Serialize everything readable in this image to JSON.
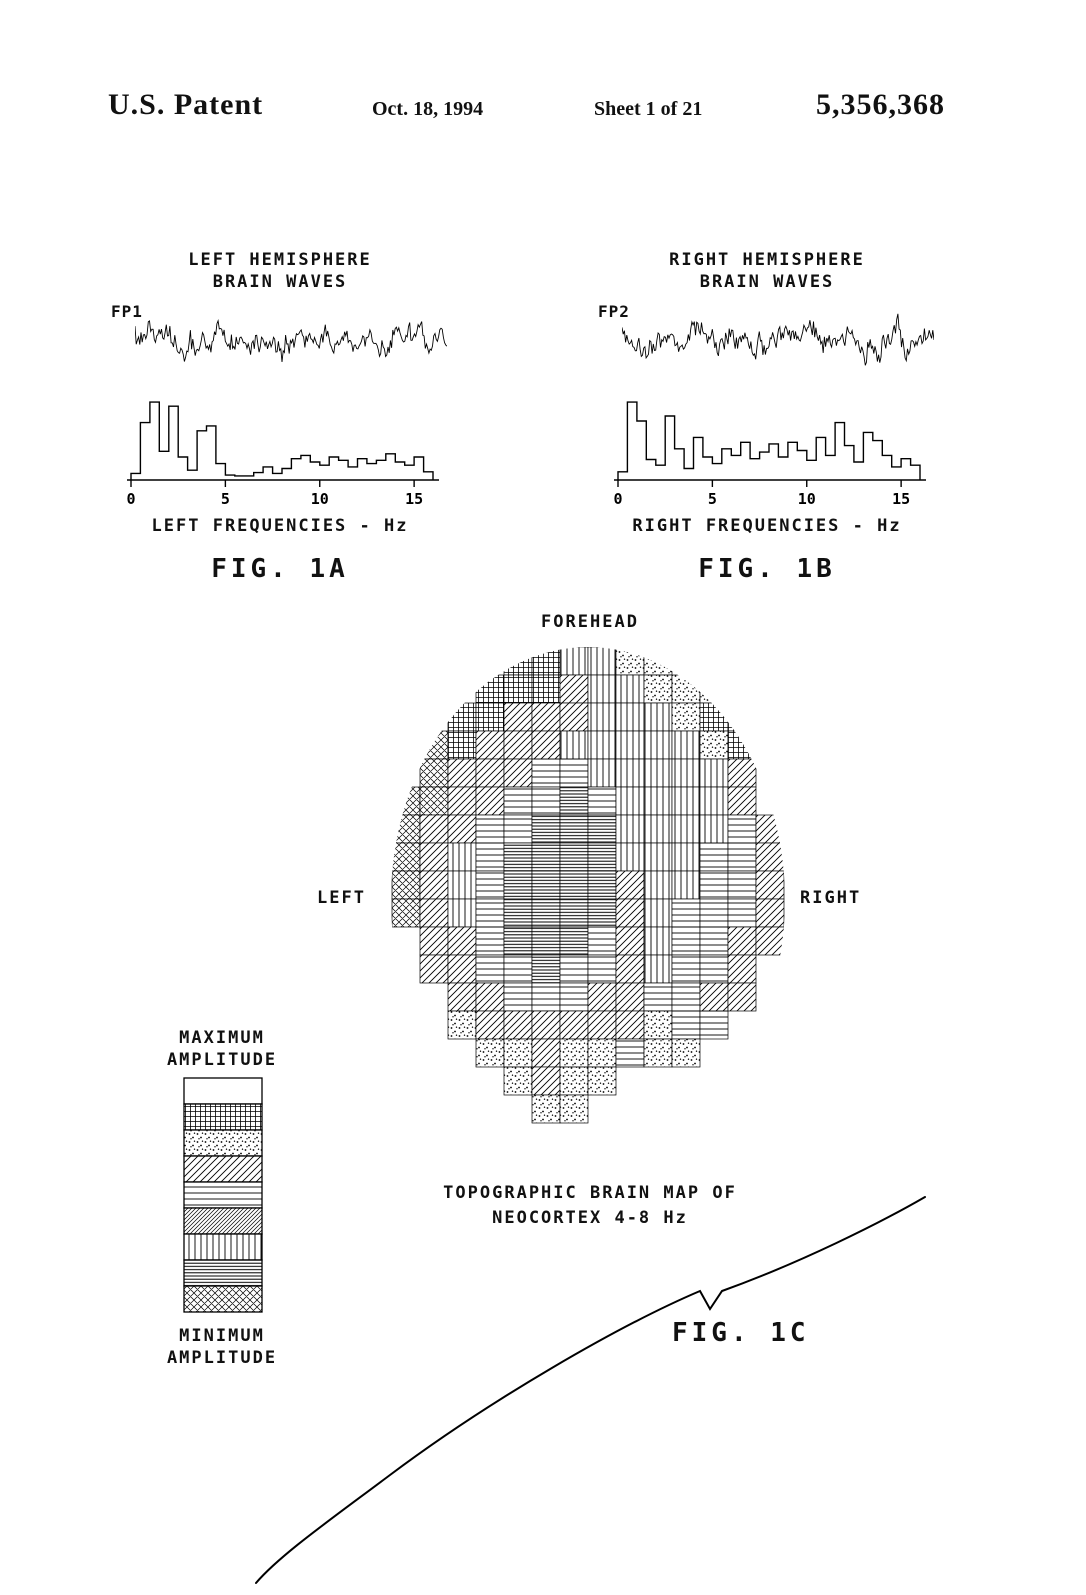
{
  "header": {
    "title": "U.S. Patent",
    "date": "Oct. 18, 1994",
    "sheet": "Sheet 1 of 21",
    "patent_number": "5,356,368"
  },
  "fig1a": {
    "title_line1": "LEFT HEMISPHERE",
    "title_line2": "BRAIN WAVES",
    "channel": "FP1",
    "ticks": [
      "0",
      "5",
      "10",
      "15"
    ],
    "axis_label": "LEFT FREQUENCIES - Hz",
    "caption": "FIG. 1A",
    "waveform": {
      "seed": 7,
      "points": 260
    },
    "histogram": [
      8,
      70,
      95,
      35,
      90,
      28,
      12,
      60,
      66,
      20,
      6,
      5,
      5,
      9,
      16,
      8,
      14,
      26,
      30,
      22,
      18,
      28,
      24,
      16,
      26,
      20,
      24,
      32,
      22,
      18,
      28,
      10
    ]
  },
  "fig1b": {
    "title_line1": "RIGHT HEMISPHERE",
    "title_line2": "BRAIN WAVES",
    "channel": "FP2",
    "ticks": [
      "0",
      "5",
      "10",
      "15"
    ],
    "axis_label": "RIGHT FREQUENCIES - Hz",
    "caption": "FIG. 1B",
    "waveform": {
      "seed": 23,
      "points": 260
    },
    "histogram": [
      10,
      95,
      72,
      25,
      18,
      78,
      38,
      14,
      52,
      28,
      20,
      38,
      30,
      46,
      26,
      34,
      44,
      28,
      46,
      36,
      24,
      52,
      30,
      70,
      42,
      22,
      58,
      48,
      30,
      16,
      26,
      18
    ]
  },
  "fig1c": {
    "forehead_label": "FOREHEAD",
    "left_label": "LEFT",
    "right_label": "RIGHT",
    "caption_line1": "TOPOGRAPHIC BRAIN MAP OF",
    "caption_line2": "NEOCORTEX 4-8 Hz",
    "figure_label": "FIG. 1C",
    "legend": {
      "max_line1": "MAXIMUM",
      "max_line2": "AMPLITUDE",
      "min_line1": "MINIMUM",
      "min_line2": "AMPLITUDE",
      "swatches": [
        "blank",
        "grid",
        "stipple",
        "diag1",
        "horiz",
        "diag2",
        "vert",
        "horiz-dense",
        "cross"
      ]
    },
    "pattern_key": {
      "g": "grid",
      "s": "stipple",
      "d": "diag1",
      "D": "diag2",
      "h": "horiz",
      "H": "horiz-dense",
      "v": "vert",
      "x": "cross",
      "b": "blank"
    },
    "map_grid": [
      "....ggvvss....",
      "...gggdvvsss..",
      "..ggdddvvvsgg.",
      ".xgdddvvvvvsg.",
      ".xdddhhvvvvvd.",
      "xxddhhHhvvvvd.",
      "xddhhHHHvvvvhd",
      "xdvhHHHHvvvhhd",
      "xdvhHHHHdvvhhd",
      "xdvhHHHHdvhhhd",
      ".ddhHHHhdvhhdd",
      ".ddhhHhhdvhhd.",
      "..ddhhhddhhdd.",
      "..sddddddshh..",
      "...ssdsshss...",
      "....sdss......",
      ".....ss.......",
      ".............."
    ]
  }
}
